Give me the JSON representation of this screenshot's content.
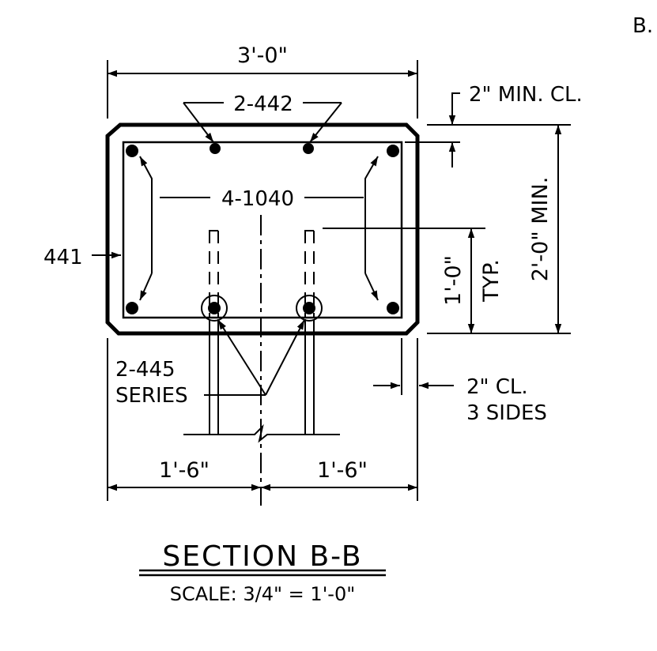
{
  "labels": {
    "top_width": "3'-0\"",
    "top_bars": "2-442",
    "min_clear": "2\" MIN. CL.",
    "center_bars": "4-1040",
    "stirrup": "441",
    "typ_dim": "1'-0\"",
    "typ": "TYP.",
    "height": "2'-0\" MIN.",
    "series_bars_1": "2-445",
    "series_bars_2": "SERIES",
    "side_clear_1": "2\" CL.",
    "side_clear_2": "3 SIDES",
    "left_half": "1'-6\"",
    "right_half": "1'-6\"",
    "corner_ref": "B."
  },
  "title": {
    "main": "SECTION B-B",
    "scale_prefix": "SCALE:",
    "scale_fraction": "3/4",
    "scale_suffix": "\" = 1'-0\""
  }
}
